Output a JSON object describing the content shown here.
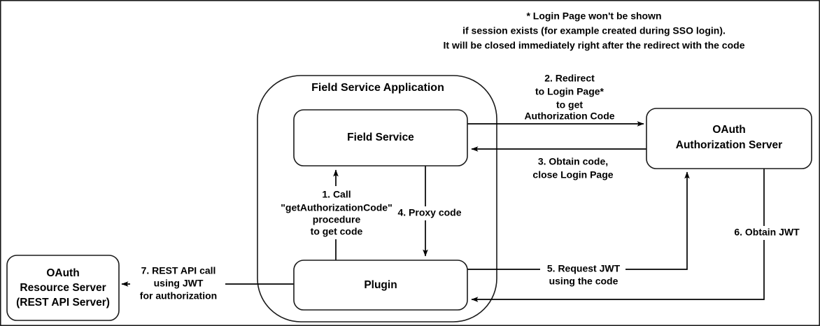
{
  "diagram": {
    "title": "OAuth authorization code flow between Field Service Application, OAuth Authorization Server and OAuth Resource Server",
    "background_color": "#ffffff",
    "line_color": "#000000",
    "text_color": "#000000"
  },
  "note": {
    "name": "login-page-footnote",
    "lines": [
      "* Login Page won't be shown",
      "if session exists (for example created during SSO login).",
      "It will be closed immediately right after the redirect with the code"
    ]
  },
  "container": {
    "title": "Field Service Application"
  },
  "nodes": {
    "field_service": {
      "label_lines": [
        "Field Service"
      ]
    },
    "plugin": {
      "label_lines": [
        "Plugin"
      ]
    },
    "auth_server": {
      "label_lines": [
        "OAuth",
        "Authorization Server"
      ]
    },
    "resource_server": {
      "label_lines": [
        "OAuth",
        "Resource Server",
        "(REST API Server)"
      ]
    }
  },
  "edges": [
    {
      "id": "step1",
      "name": "edge-call-get-authorization-code",
      "label_lines": [
        "1. Call",
        "\"getAuthorizationCode\"",
        "procedure",
        "to get code"
      ],
      "from": "plugin",
      "to": "field_service"
    },
    {
      "id": "step2",
      "name": "edge-redirect-to-login-page",
      "label_lines": [
        "2. Redirect",
        "to Login Page*",
        "to get",
        "Authorization Code"
      ],
      "from": "field_service",
      "to": "auth_server"
    },
    {
      "id": "step3",
      "name": "edge-obtain-code-close-login-page",
      "label_lines": [
        "3. Obtain code,",
        "close Login Page"
      ],
      "from": "auth_server",
      "to": "field_service"
    },
    {
      "id": "step4",
      "name": "edge-proxy-code",
      "label_lines": [
        "4. Proxy code"
      ],
      "from": "field_service",
      "to": "plugin"
    },
    {
      "id": "step5",
      "name": "edge-request-jwt-using-code",
      "label_lines": [
        "5. Request JWT",
        "using the code"
      ],
      "from": "plugin",
      "to": "auth_server"
    },
    {
      "id": "step6",
      "name": "edge-obtain-jwt",
      "label_lines": [
        "6. Obtain JWT"
      ],
      "from": "auth_server",
      "to": "plugin"
    },
    {
      "id": "step7",
      "name": "edge-rest-api-call-using-jwt",
      "label_lines": [
        "7. REST API call",
        "using JWT",
        "for authorization"
      ],
      "from": "plugin",
      "to": "resource_server"
    }
  ]
}
